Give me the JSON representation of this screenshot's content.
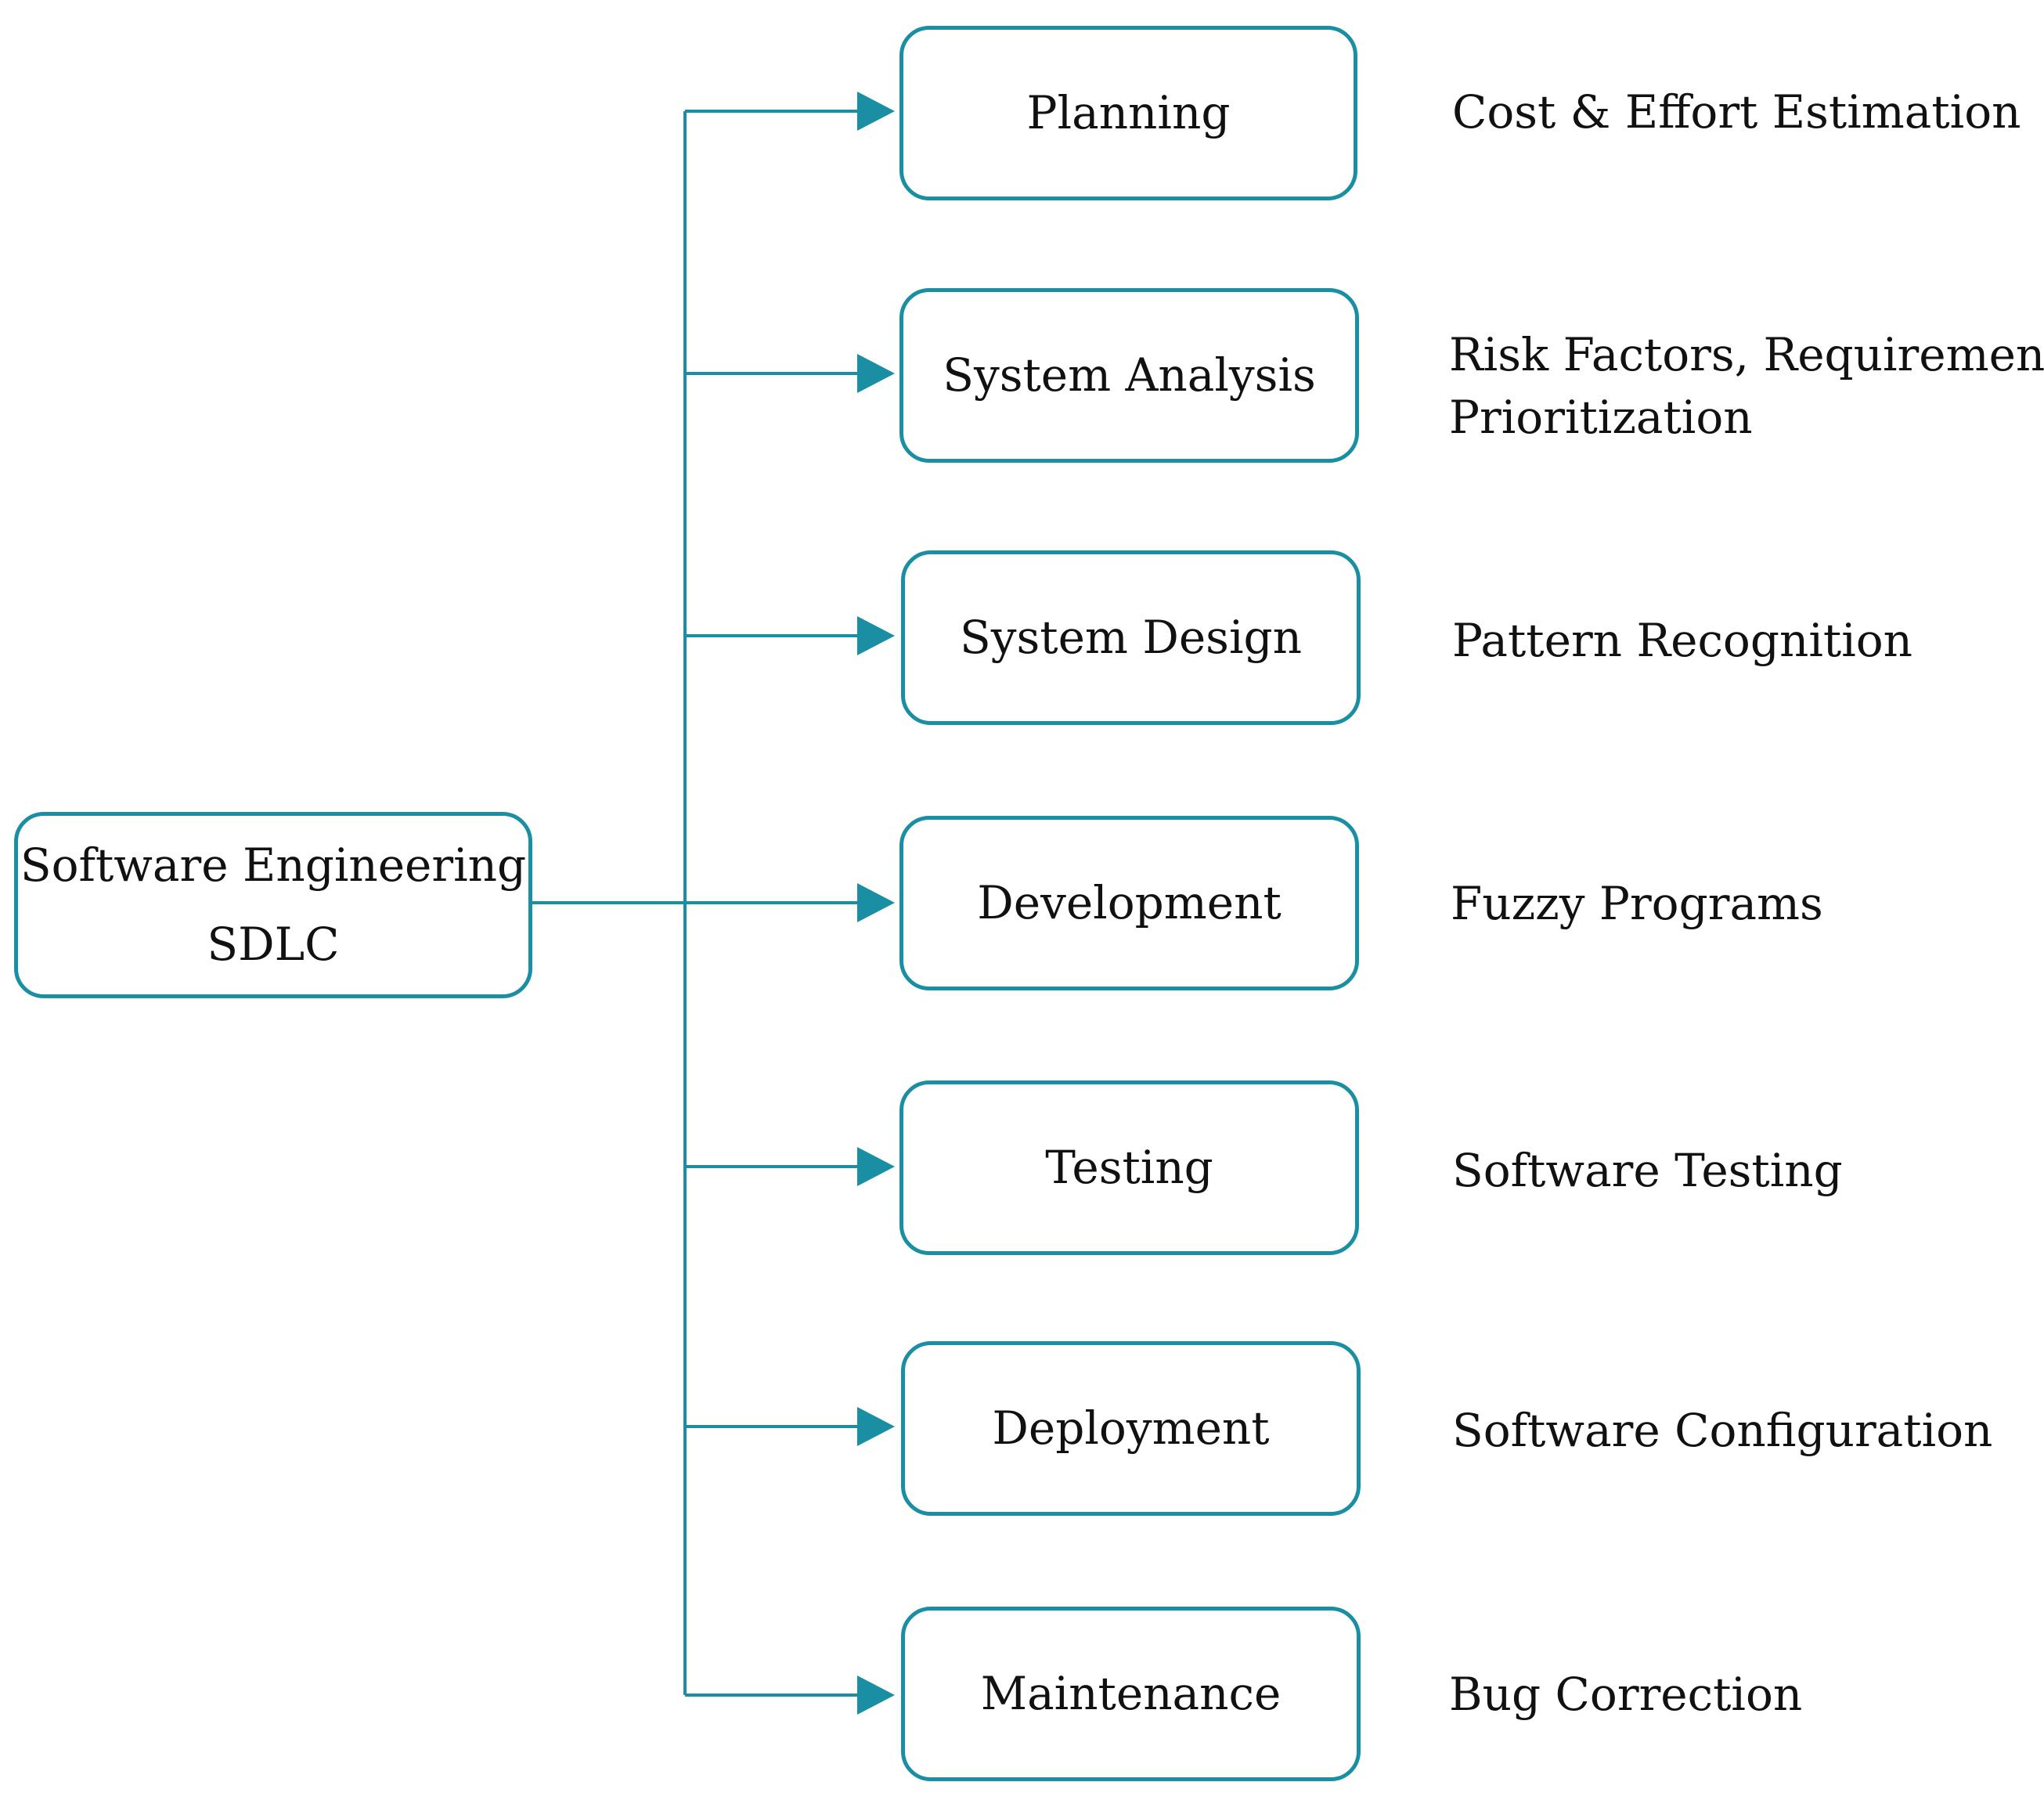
{
  "root": {
    "line1": "Software Engineering",
    "line2": "SDLC"
  },
  "stages": [
    {
      "label": "Planning",
      "notes": [
        "Cost & Effort Estimation"
      ]
    },
    {
      "label": "System Analysis",
      "notes": [
        "Risk Factors, Requirements",
        "Prioritization"
      ]
    },
    {
      "label": "System Design",
      "notes": [
        "Pattern Recognition"
      ]
    },
    {
      "label": "Development",
      "notes": [
        "Fuzzy Programs"
      ]
    },
    {
      "label": "Testing",
      "notes": [
        "Software Testing"
      ]
    },
    {
      "label": "Deployment",
      "notes": [
        "Software Configuration"
      ]
    },
    {
      "label": "Maintenance",
      "notes": [
        "Bug Correction"
      ]
    }
  ],
  "colors": {
    "accent": "#1a8fa3",
    "text": "#111111",
    "background": "#ffffff"
  }
}
